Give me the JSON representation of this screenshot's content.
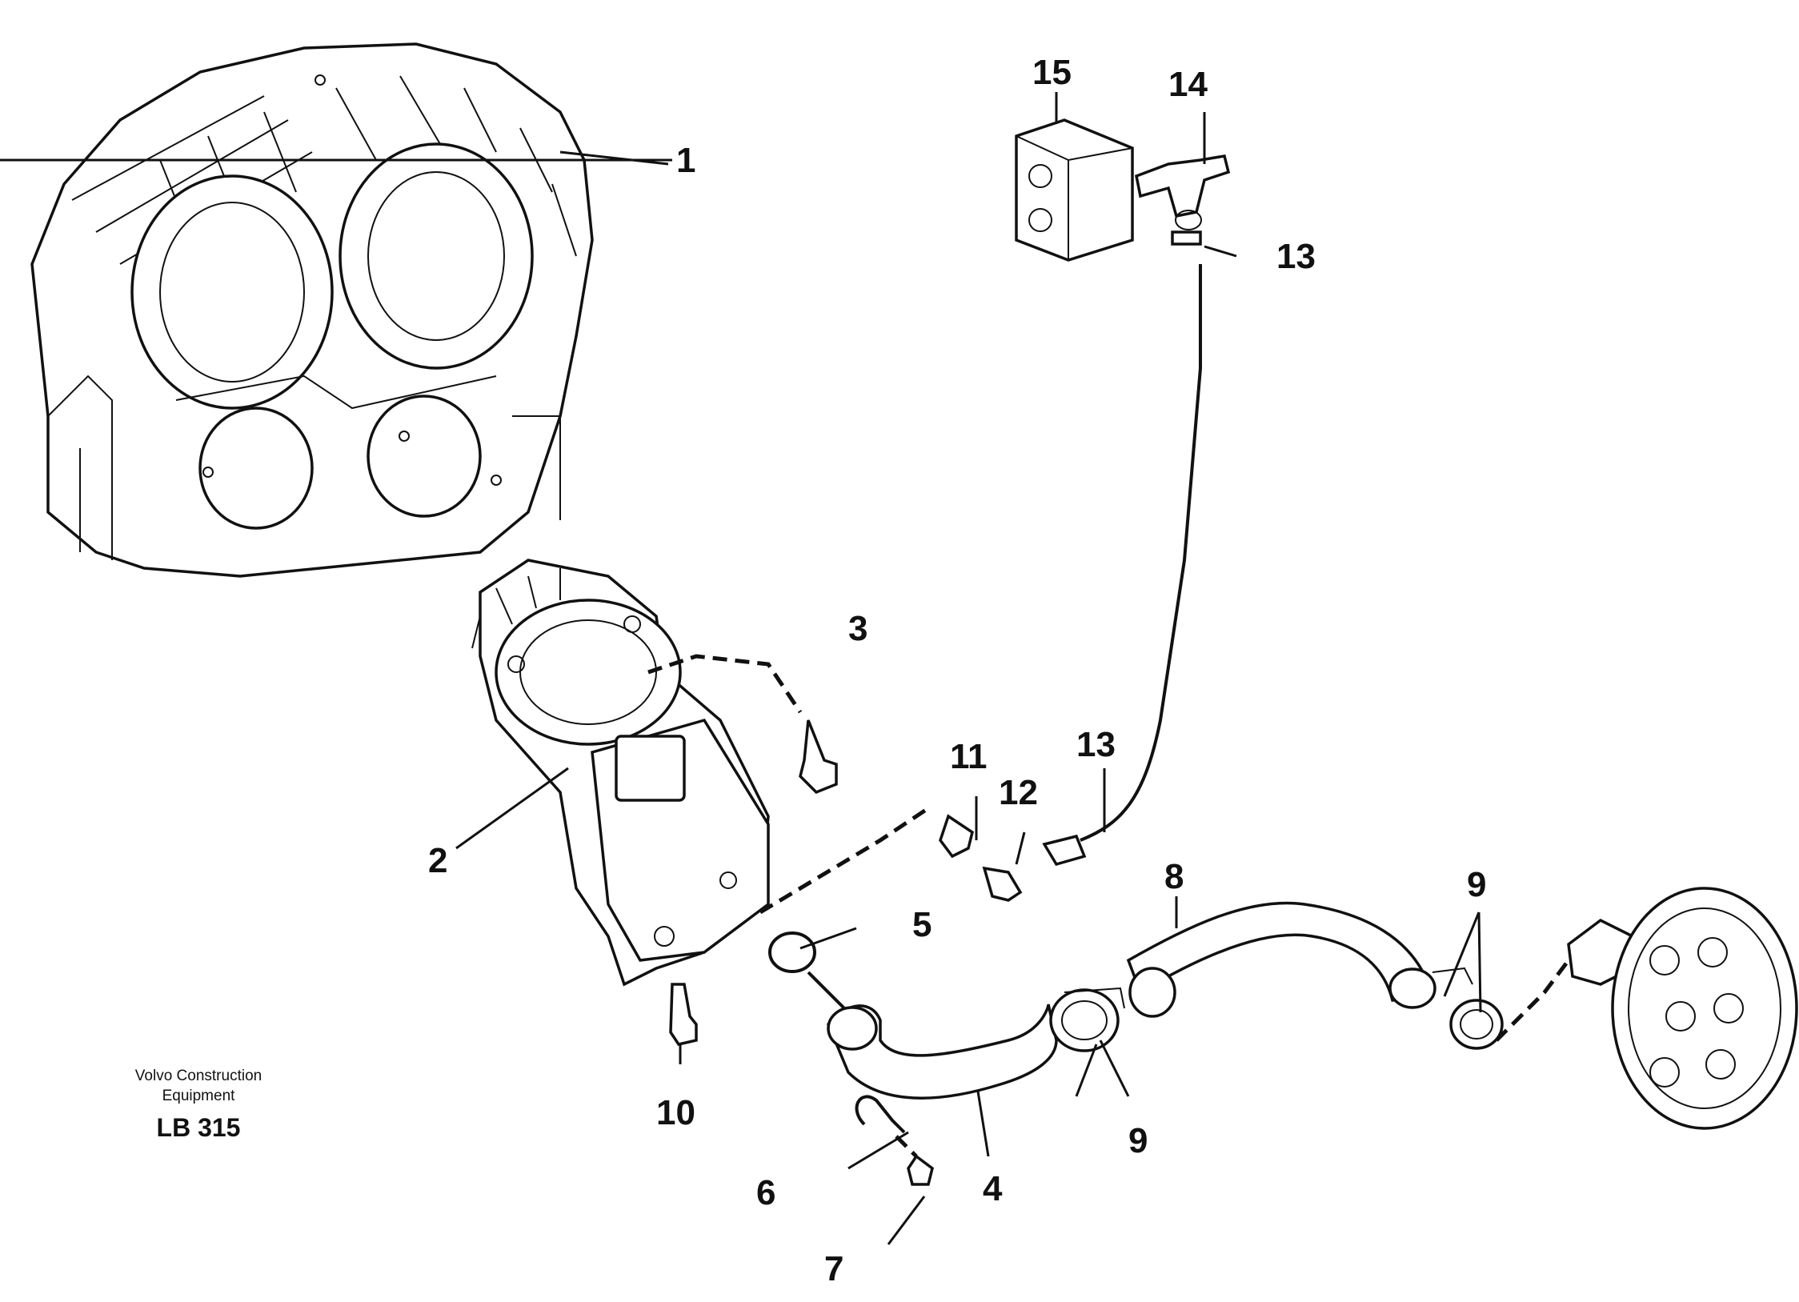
{
  "callouts": {
    "c1": "1",
    "c2": "2",
    "c3": "3",
    "c4": "4",
    "c5": "5",
    "c6": "6",
    "c7": "7",
    "c8": "8",
    "c9a": "9",
    "c9b": "9",
    "c10": "10",
    "c11": "11",
    "c12": "12",
    "c13a": "13",
    "c13b": "13",
    "c14": "14",
    "c15": "15"
  },
  "credit": {
    "line1": "Volvo Construction",
    "line2": "Equipment",
    "code": "LB 315"
  }
}
